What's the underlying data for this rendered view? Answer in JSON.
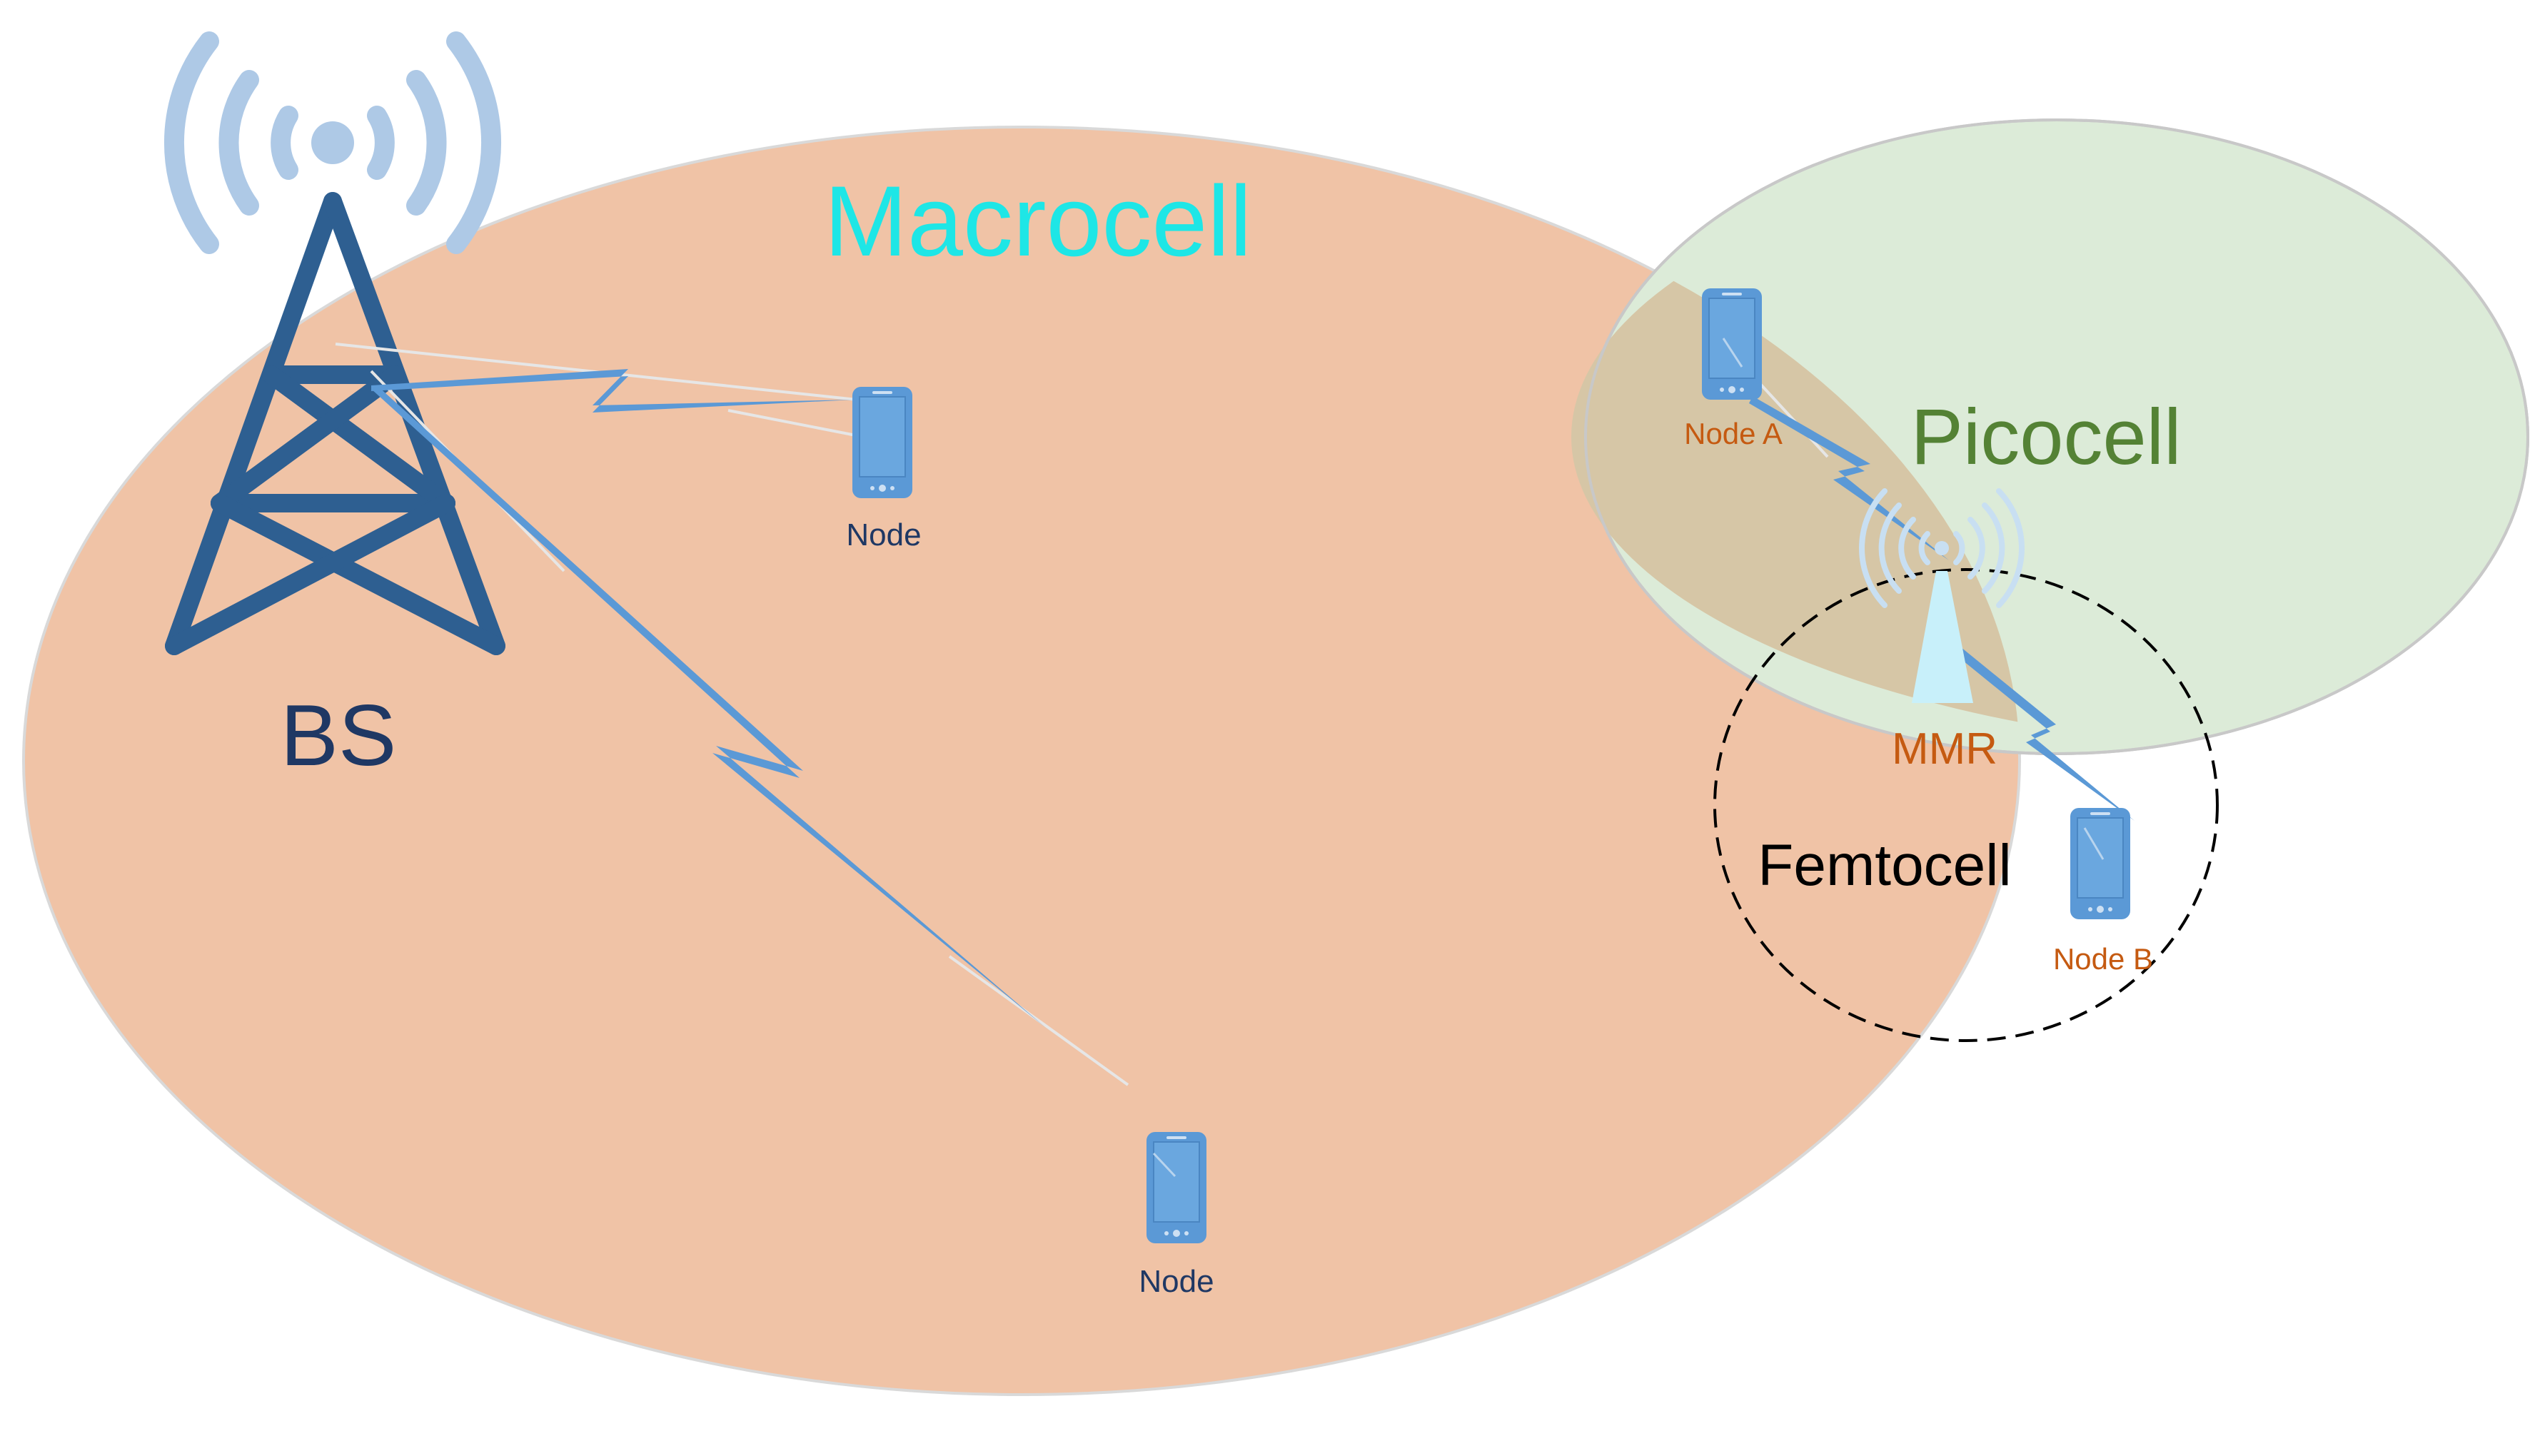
{
  "labels": {
    "macrocell": "Macrocell",
    "picocell": "Picocell",
    "femtocell": "Femtocell",
    "bs": "BS",
    "mmr": "MMR",
    "node_top": "Node",
    "node_bottom": "Node",
    "node_a": "Node A",
    "node_b": "Node B"
  },
  "colors": {
    "macrocell_fill": "#f0c3a6",
    "picocell_fill": "#dcebd8",
    "overlap_fill": "#d6c6a6",
    "tower": "#2e5f91",
    "signal_rings": "#aec9e6",
    "lightning": "#5b99d6",
    "phone": "#5b99d6",
    "macrocell_text": "#1ee6e6",
    "picocell_text": "#548235",
    "node_text": "#1f3864",
    "relay_text": "#c55a11",
    "femtocell_text": "#000000",
    "bs_text": "#1f3864",
    "mmr_body": "#c8f0fa"
  },
  "icons": {
    "base_station": "cell-tower-icon",
    "relay": "relay-tower-icon",
    "device": "smartphone-icon",
    "link": "lightning-bolt-icon"
  }
}
